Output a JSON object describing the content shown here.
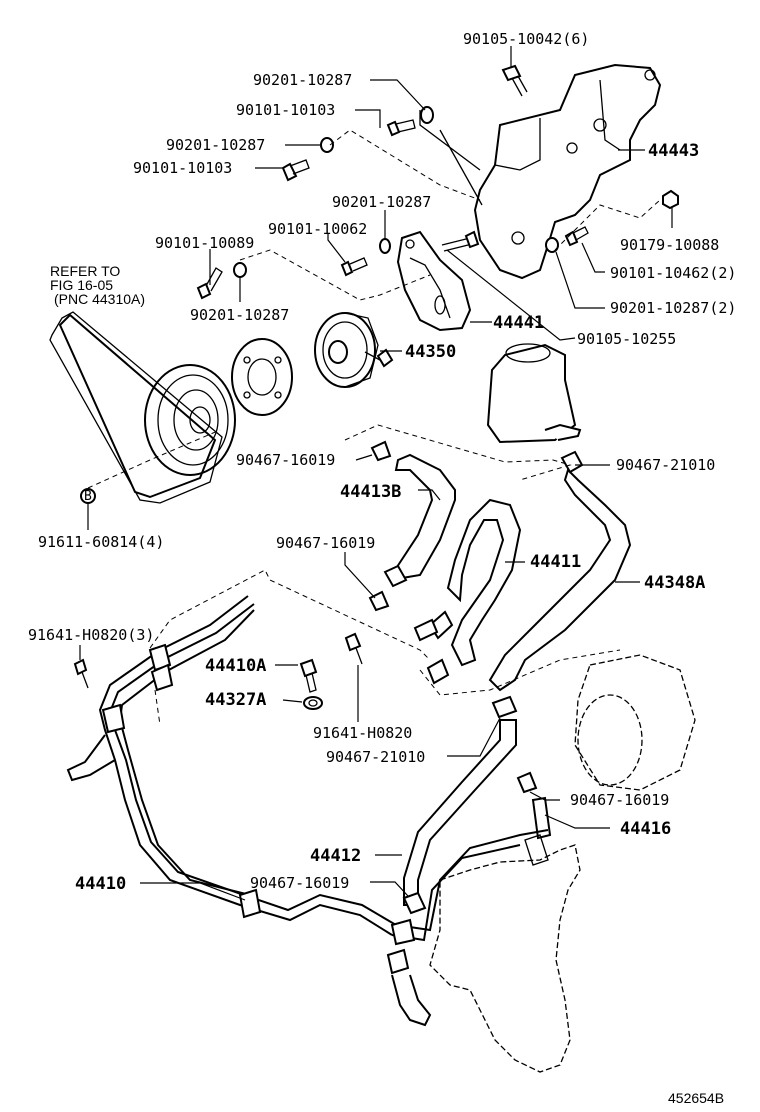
{
  "labels": {
    "bolt_90105_10042": "90105-10042(6)",
    "washer_90201_a": "90201-10287",
    "bolt_90101_a": "90101-10103",
    "washer_90201_b": "90201-10287",
    "bolt_90101_b": "90101-10103",
    "bracket_44443": "44443",
    "washer_90201_c": "90201-10287",
    "bolt_90101_10062": "90101-10062",
    "bolt_90101_10089": "90101-10089",
    "nut_90179_10088": "90179-10088",
    "refer_line1": "REFER TO",
    "refer_line2": "FIG 16-05",
    "refer_line3": "(PNC 44310A)",
    "washer_90201_d": "90201-10287",
    "bolt_90101_10462": "90101-10462(2)",
    "washer_90201_e": "90201-10287(2)",
    "bracket_44441": "44441",
    "bolt_90105_10255": "90105-10255",
    "pulley_44350": "44350",
    "clamp_90467_16019_a": "90467-16019",
    "clamp_90467_21010_a": "90467-21010",
    "hose_44413b": "44413B",
    "bolt_91611_60814": "91611-60814(4)",
    "clamp_90467_16019_b": "90467-16019",
    "hose_44411": "44411",
    "hose_44348a": "44348A",
    "bolt_91641_h0820_3": "91641-H0820(3)",
    "bolt_44410a": "44410A",
    "gasket_44327a": "44327A",
    "bolt_91641_h0820": "91641-H0820",
    "clamp_90467_21010_b": "90467-21010",
    "clamp_90467_16019_c": "90467-16019",
    "union_44416": "44416",
    "hose_44412": "44412",
    "tube_44410": "44410",
    "clamp_90467_16019_d": "90467-16019",
    "figure_id": "452654B"
  }
}
